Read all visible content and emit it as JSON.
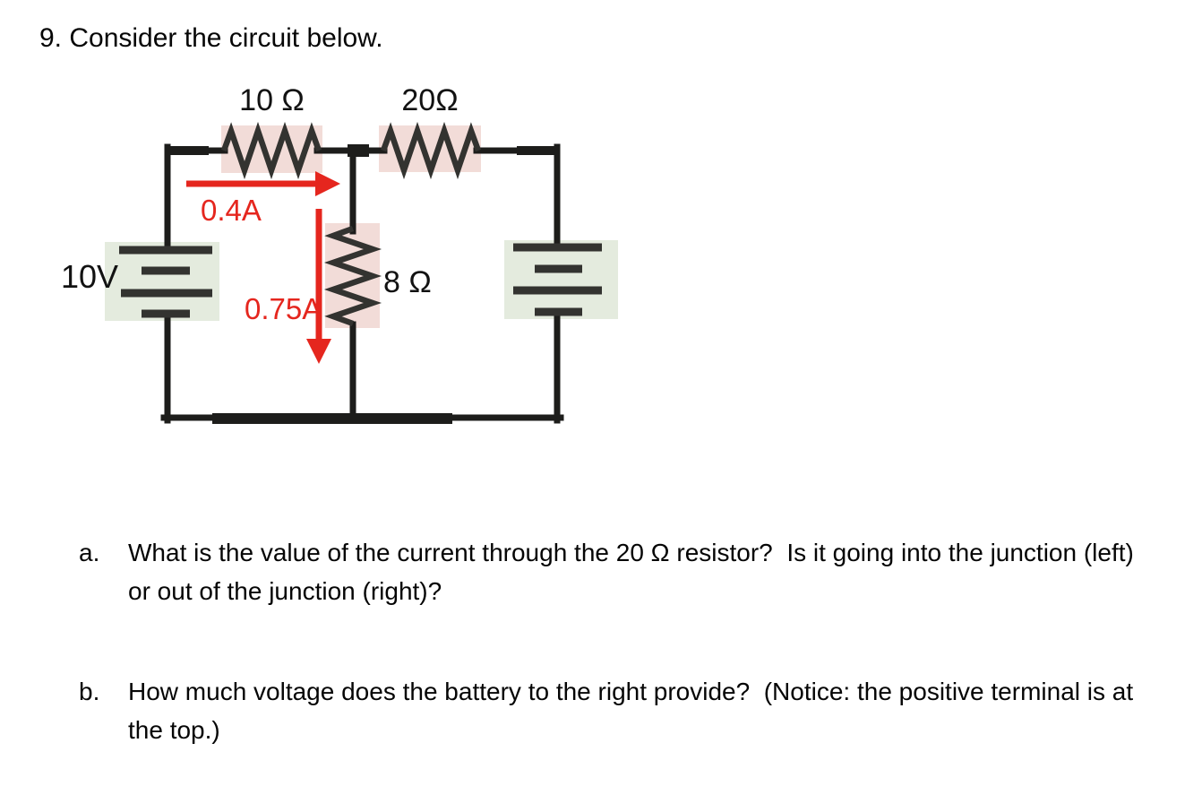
{
  "title": "9. Consider the circuit below.",
  "circuit": {
    "resistor_top_left_label": "10 Ω",
    "resistor_top_right_label": "20Ω",
    "resistor_middle_label": "8 Ω",
    "battery_left_voltage": "10V",
    "current_top_branch": "0.4A",
    "current_middle_branch": "0.75A",
    "colors": {
      "wire": "#1d1d1b",
      "component_stroke": "#333330",
      "resistor_highlight": "#f2dcd8",
      "battery_highlight": "#e4ebde",
      "current_red": "#e5261e"
    }
  },
  "questions": [
    {
      "marker": "a.",
      "text": "What is the value of the current through the 20 Ω resistor?  Is it going into the junction (left) or out of the junction (right)?"
    },
    {
      "marker": "b.",
      "text": "How much voltage does the battery to the right provide?  (Notice: the positive terminal is at the top.)"
    }
  ]
}
